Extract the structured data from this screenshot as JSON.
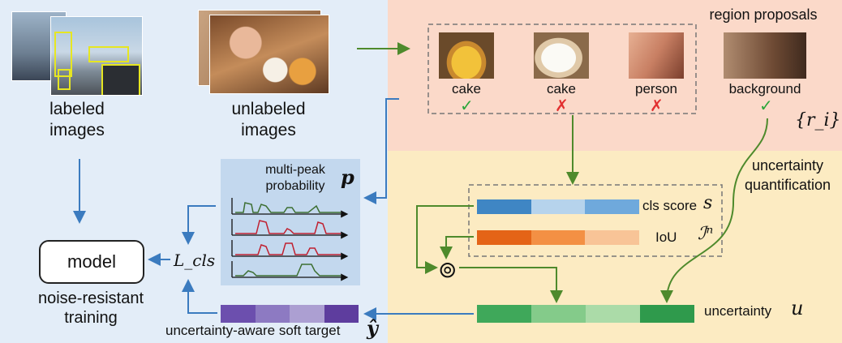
{
  "labels": {
    "labeled_images": "labeled\nimages",
    "unlabeled_images": "unlabeled\nimages",
    "region_proposals": "region proposals",
    "r_i": "{r_i}",
    "uncertainty_quantification": "uncertainty\nquantification",
    "multi_peak_probability": "multi-peak\nprobability",
    "p_symbol": "p",
    "model": "model",
    "l_cls": "L_cls",
    "noise_resistant_training": "noise-resistant\ntraining",
    "cls_score": "cls score",
    "s_symbol": "s",
    "iou": "IoU",
    "iou_symbol": "ℐⁿ",
    "uncertainty": "uncertainty",
    "u_symbol": "u",
    "soft_target": "uncertainty-aware soft target",
    "y_hat": "ŷ",
    "odot": "⊚"
  },
  "proposals": [
    {
      "label": "cake",
      "mark": "✓",
      "mark_color": "#2aa63a"
    },
    {
      "label": "cake",
      "mark": "✗",
      "mark_color": "#e23030"
    },
    {
      "label": "person",
      "mark": "✗",
      "mark_color": "#e23030"
    },
    {
      "label": "background",
      "mark": "✓",
      "mark_color": "#2aa63a"
    }
  ],
  "bars": {
    "cls_score": [
      "#3f86c4",
      "#b6d3ec",
      "#6fa9dc"
    ],
    "iou": [
      "#e46417",
      "#f39044",
      "#f8c497"
    ],
    "uncertainty": [
      "#3fa85a",
      "#84cb8a",
      "#abdba8",
      "#2f9a4c"
    ],
    "soft_target": [
      "#6c4fae",
      "#8d7ac2",
      "#ac9fd2",
      "#5e3d9e"
    ]
  },
  "colors": {
    "left_panel": "#e3edf8",
    "pink_panel": "#fbd9c9",
    "yellow_panel": "#fcebc2",
    "blue_arrow": "#3b7bbf",
    "green_arrow": "#4e8a2c"
  }
}
